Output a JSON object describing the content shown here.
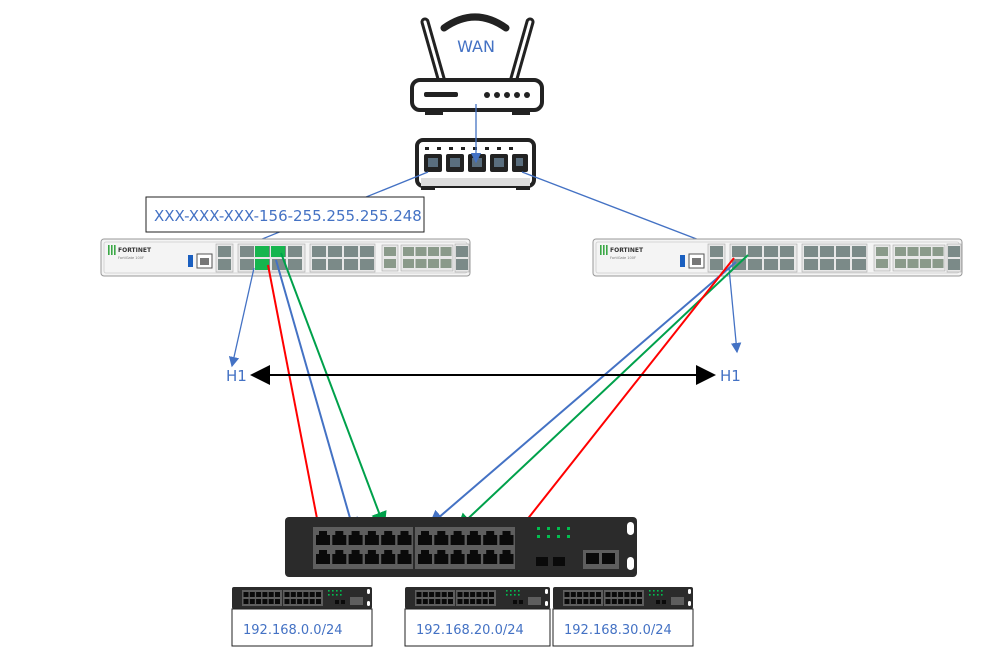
{
  "labels": {
    "wan": "WAN",
    "wan_ip": "XXX-XXX-XXX-156-255.255.255.248",
    "h1_left": "H1",
    "h1_right": "H1",
    "firewall_brand": "FORTINET",
    "firewall_model": "FortiGate 100F"
  },
  "subnets": [
    {
      "label": "192.168.0.0/24"
    },
    {
      "label": "192.168.20.0/24"
    },
    {
      "label": "192.168.30.0/24"
    }
  ],
  "devices": {
    "router": {
      "name": "wan-router"
    },
    "uplink_switch": {
      "name": "uplink-switch",
      "ports": 5
    },
    "firewalls": [
      {
        "name": "fortigate-left"
      },
      {
        "name": "fortigate-right"
      }
    ],
    "core_switch": {
      "name": "core-switch",
      "ports": 24
    },
    "access_switches": 3
  },
  "colors": {
    "link_blue": "#4472c4",
    "link_red": "#ff0000",
    "link_green": "#00a14b",
    "ha_link": "#000000",
    "label_text": "#4472c4",
    "switch_body": "#2b2b2b",
    "port_active": "#00c050"
  }
}
